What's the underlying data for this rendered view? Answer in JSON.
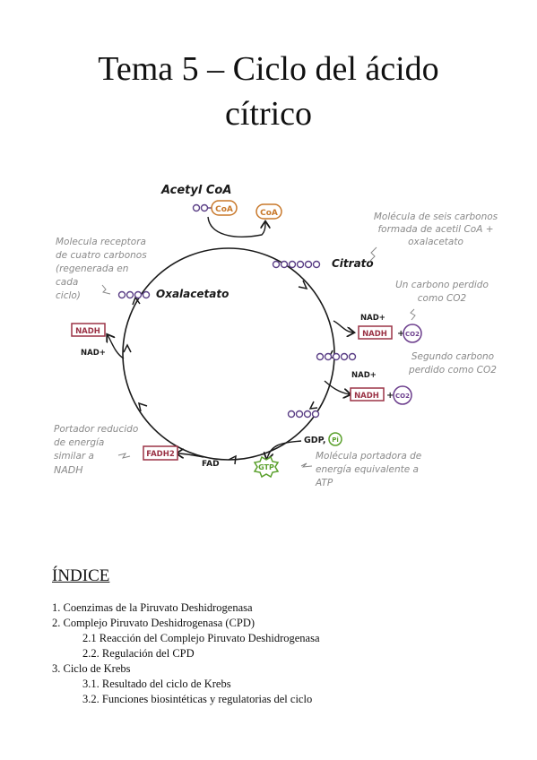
{
  "title_line1": "Tema 5 – Ciclo del ácido",
  "title_line2": "cítrico",
  "diagram": {
    "acetyl_coa": "Acetyl CoA",
    "coa": "CoA",
    "citrato": "Citrato",
    "oxalacetato": "Oxalacetato",
    "nad_plus": "NAD+",
    "nadh": "NADH",
    "co2": "CO2",
    "gdp": "GDP,",
    "pi": "Pi",
    "gtp": "GTP",
    "fad": "FAD",
    "fadh2": "FADH2",
    "note_citrato_1": "Molécula de seis carbonos",
    "note_citrato_2": "formada de acetil CoA +",
    "note_citrato_3": "oxalacetato",
    "note_carbono1_1": "Un carbono perdido",
    "note_carbono1_2": "como CO2",
    "note_carbono2_1": "Segundo carbono",
    "note_carbono2_2": "perdido como CO2",
    "note_gtp_1": "Molécula portadora de",
    "note_gtp_2": "energía equivalente a",
    "note_gtp_3": "ATP",
    "note_oxal_1": "Molecula receptora",
    "note_oxal_2": "de cuatro carbonos",
    "note_oxal_3": "(regenerada en",
    "note_oxal_4": "cada",
    "note_oxal_5": "ciclo)",
    "note_fadh_1": "Portador reducido",
    "note_fadh_2": "de energía",
    "note_fadh_3": "similar a",
    "note_fadh_4": "NADH"
  },
  "indice": {
    "heading": "ÍNDICE",
    "items": [
      "1. Coenzimas de la Piruvato Deshidrogenasa",
      "2. Complejo Piruvato Deshidrogenasa (CPD)",
      "2.1 Reacción del Complejo Piruvato Deshidrogenasa",
      "2.2. Regulación del CPD",
      "3. Ciclo de Krebs",
      "3.1. Resultado del ciclo de Krebs",
      "3.2. Funciones biosintéticas y regulatorias del ciclo"
    ]
  },
  "colors": {
    "coa_orange": "#c8782a",
    "nadh_red": "#9b3346",
    "co2_purple": "#6b3d8c",
    "gtp_green": "#5aa02c",
    "carbon_purple": "#5b3f86",
    "note_gray": "#8a8a8a"
  }
}
